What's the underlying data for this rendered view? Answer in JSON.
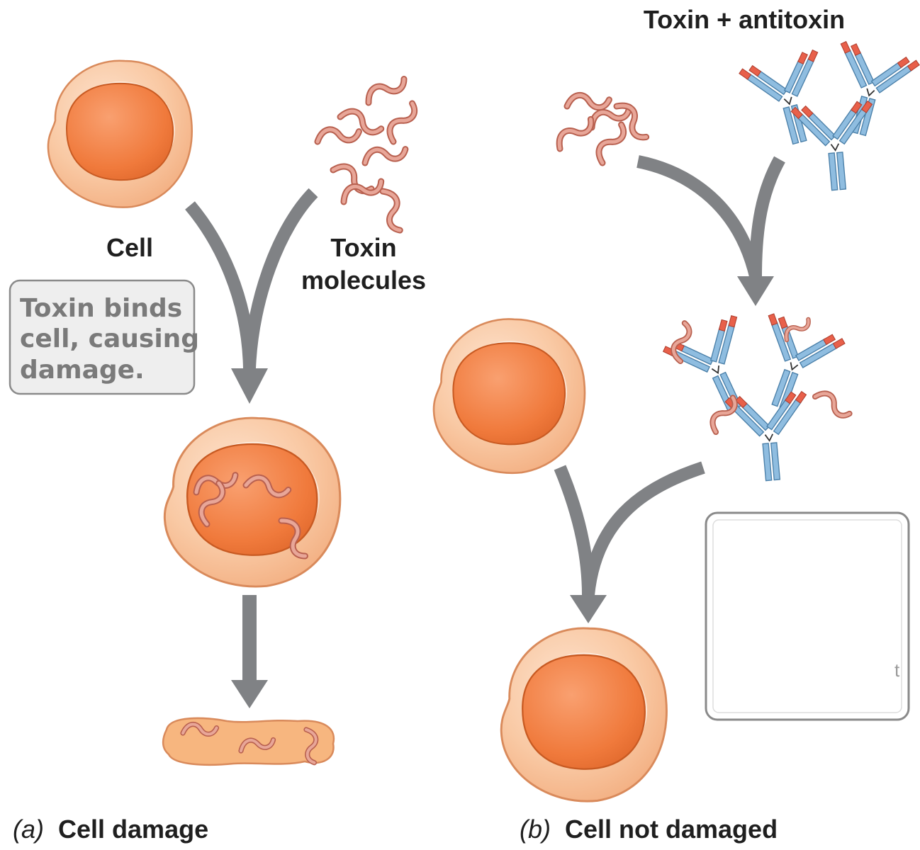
{
  "panel_a": {
    "cell_label": "Cell",
    "toxin_label_line1": "Toxin",
    "toxin_label_line2": "molecules",
    "note_line1": "Toxin binds",
    "note_line2": "cell, causing",
    "note_line3": "damage.",
    "caption_prefix": "(a)",
    "caption_title": "Cell damage"
  },
  "panel_b": {
    "header": "Toxin + antitoxin",
    "box_mark": "t",
    "caption_prefix": "(b)",
    "caption_title": "Cell not damaged"
  },
  "colors": {
    "cell_outer": "#f8c59f",
    "cell_outline": "#d98a5b",
    "nucleus": "#f07a3c",
    "toxin": "#d98a7a",
    "antibody_blue": "#8fbde0",
    "antibody_red": "#e8604a",
    "arrow": "#808285",
    "note_box": "#eeeeee"
  }
}
